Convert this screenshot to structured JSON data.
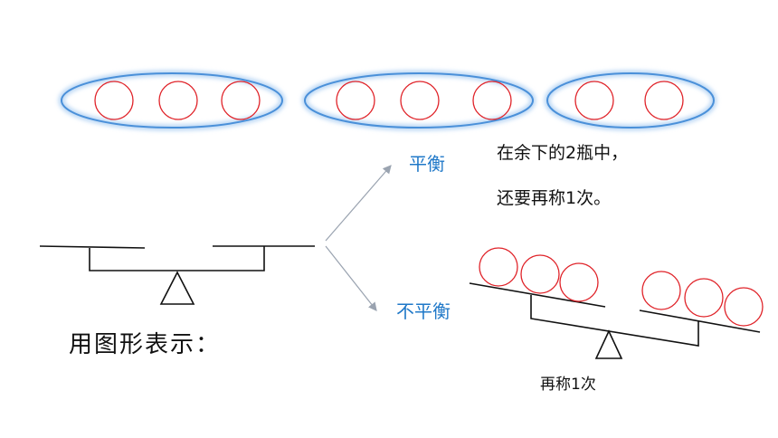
{
  "groups": [
    {
      "name": "group-a",
      "bottle_count": 3
    },
    {
      "name": "group-b",
      "bottle_count": 3
    },
    {
      "name": "group-c",
      "bottle_count": 2
    }
  ],
  "labels": {
    "balanced": "平衡",
    "unbalanced": "不平衡",
    "method": "用图形表示：",
    "remaining_line1": "在余下的2瓶中，",
    "remaining_line2": "还要再称1次。",
    "weigh_again": "再称1次"
  },
  "unbalanced_scale": {
    "left_bottle_count": 3,
    "right_bottle_count": 3
  },
  "colors": {
    "ellipse_stroke": "#4a90d9",
    "ellipse_glow": "#bcd8f5",
    "bottle": "#e0242a",
    "arrow": "#9aa3b0",
    "label_blue": "#1f78c8",
    "scale": "#111111"
  }
}
